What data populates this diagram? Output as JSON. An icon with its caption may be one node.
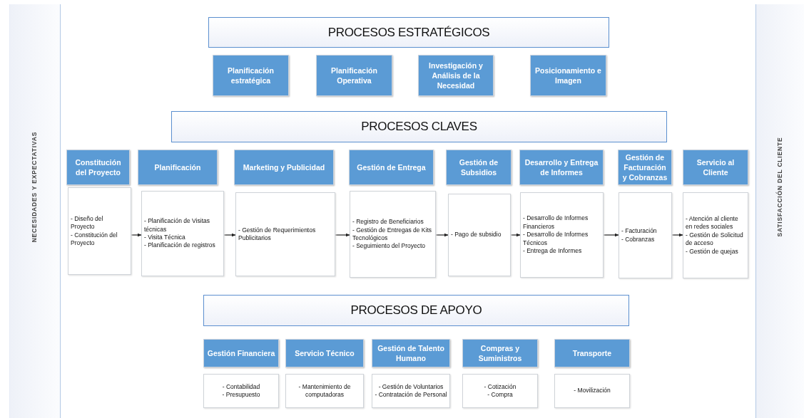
{
  "diagram": {
    "nodes": [
      {
        "text": [
          "NECESIDADES Y EXPECTATIVAS"
        ]
      },
      {
        "text": [
          "PROCESOS ESTRATÉGICOS"
        ]
      },
      {
        "text": [
          "Planificación estratégica"
        ]
      },
      {
        "text": [
          "Planificación Operativa"
        ]
      },
      {
        "text": [
          "Investigación y Análisis de la Necesidad"
        ]
      },
      {
        "text": [
          "Posicionamiento e Imagen"
        ]
      },
      {
        "text": [
          "PROCESOS CLAVES"
        ]
      },
      {
        "text": [
          "Constitución del Proyecto"
        ]
      },
      {
        "text": [
          "- Diseño del Proyecto",
          "- Constitución del Proyecto"
        ]
      },
      {
        "text": [
          "Planificación"
        ]
      },
      {
        "text": [
          "- Planificación de Visitas técnicas",
          "- Visita Técnica",
          "- Planificación de registros"
        ]
      },
      {
        "text": [
          "Marketing y Publicidad"
        ]
      },
      {
        "text": [
          "- Gestión de Requerimientos Publicitarios"
        ]
      },
      {
        "text": [
          "Gestión de Entrega"
        ]
      },
      {
        "text": [
          "- Registro de Beneficiarios",
          "- Gestión de Entregas de Kits Tecnológicos",
          "- Seguimiento del Proyecto"
        ]
      },
      {
        "text": [
          "Gestión de Subsidios"
        ]
      },
      {
        "text": [
          "- Pago de subsidio"
        ]
      },
      {
        "text": [
          "Desarrollo y Entrega de Informes"
        ]
      },
      {
        "text": [
          "- Desarrollo de Informes Financieros",
          "- Desarrollo de Informes Técnicos",
          "- Entrega de Informes"
        ]
      },
      {
        "text": [
          "Gestión de Facturación y Cobranzas"
        ]
      },
      {
        "text": [
          "- Facturación",
          "- Cobranzas"
        ]
      },
      {
        "text": [
          "Servicio al Cliente"
        ]
      },
      {
        "text": [
          "- Atención al cliente en redes sociales",
          "- Gestión de Solicitud de acceso",
          "- Gestión de quejas"
        ]
      },
      {
        "text": [
          "PROCESOS DE APOYO"
        ]
      },
      {
        "text": [
          "Gestión Financiera"
        ]
      },
      {
        "text": [
          "- Contabilidad",
          "- Presupuesto"
        ]
      },
      {
        "text": [
          "Servicio Técnico"
        ]
      },
      {
        "text": [
          "- Mantenimiento de computadoras"
        ]
      },
      {
        "text": [
          "Gestión de Talento Humano"
        ]
      },
      {
        "text": [
          "- Gestión de Voluntarios",
          "- Contratación de Personal"
        ]
      },
      {
        "text": [
          "Compras y Suministros"
        ]
      },
      {
        "text": [
          "- Cotización",
          "- Compra"
        ]
      },
      {
        "text": [
          "Transporte"
        ]
      },
      {
        "text": [
          "- Movilización"
        ]
      },
      {
        "text": [
          "SATISFACCIÓN DEL CLIENTE"
        ]
      }
    ],
    "edges": [
      {
        "from": 8,
        "to": 10,
        "arrow": "to"
      },
      {
        "from": 10,
        "to": 12,
        "arrow": "to"
      },
      {
        "from": 12,
        "to": 14,
        "arrow": "to"
      },
      {
        "from": 14,
        "to": 16,
        "arrow": "to"
      },
      {
        "from": 16,
        "to": 18,
        "arrow": "to"
      },
      {
        "from": 18,
        "to": 20,
        "arrow": "to"
      },
      {
        "from": 20,
        "to": 22,
        "arrow": "to"
      }
    ]
  }
}
